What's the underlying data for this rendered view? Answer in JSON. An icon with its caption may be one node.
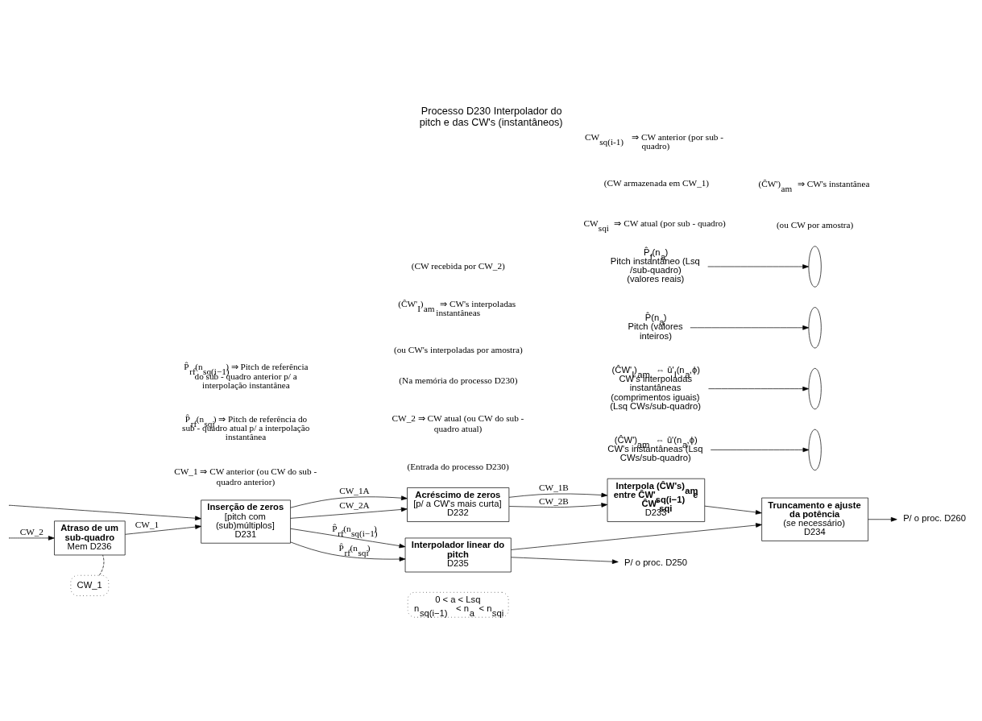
{
  "diagram": {
    "title": "Processo D230 Interpolador do pitch e das CW's (instantâneos)",
    "nodes": [
      {
        "text": [
          "Atraso de um sub-quadro",
          "Mem D236"
        ]
      },
      {
        "text": [
          "Inserção de zeros",
          "[pitch com (sub)múltiplos]",
          "D231"
        ]
      },
      {
        "text": [
          "Acréscimo de zeros",
          "[p/ a CW's mais curta]",
          "D232"
        ]
      },
      {
        "text": [
          "Interpola (ĈW's)$_{am}$ entre ĈW'$_{sq(i−1)}$ e ĈW'$_{sqi}$",
          "D233"
        ]
      },
      {
        "text": [
          "Interpolador linear do pitch",
          "D235"
        ]
      },
      {
        "text": [
          "Truncamento e ajuste da potência",
          "(se necessário)",
          "D234"
        ]
      },
      {
        "text": [
          "CW_1"
        ]
      },
      {
        "text": [
          "P/ o proc. D250"
        ]
      },
      {
        "text": [
          "P/ o proc. D260"
        ]
      },
      {
        "text": [],
        "shape": "ellipse"
      },
      {
        "text": [],
        "shape": "ellipse"
      },
      {
        "text": [],
        "shape": "ellipse"
      },
      {
        "text": [],
        "shape": "ellipse"
      },
      {
        "text": [
          "P̂$_{f}$(n$_{a}$)",
          "Pitch instantâneo (Lsq /sub-quadro)",
          "(valores reais)"
        ]
      },
      {
        "text": [
          "P̂(n$_{a}$)",
          "Pitch (valores inteiros)"
        ]
      },
      {
        "text": [
          "(ĈW'$_{I}$)$_{am}$ ⇔ û'$_{I}$(n$_{a}$,ϕ)",
          "CW's interpoladas instantâneas (comprimentos iguais) (Lsq CWs/sub-quadro)"
        ]
      },
      {
        "text": [
          "(ĈW')$_{am}$ ⇔ û'(n$_{a}$,ϕ)",
          "CW's instantâneas (Lsq CWs/sub-quadro)"
        ]
      },
      {
        "text": [
          "0 < a < Lsq",
          "n$_{sq(i−1)}$ < n$_{a}$ < n$_{sqi}$"
        ]
      }
    ],
    "edges": [
      {
        "from": null,
        "to": 0,
        "arrow": "to",
        "label": "CW_2"
      },
      {
        "from": null,
        "to": 1,
        "arrow": "to"
      },
      {
        "from": 0,
        "to": 1,
        "arrow": "to",
        "label": "CW_1"
      },
      {
        "from": 1,
        "to": 2,
        "arrow": "to",
        "label": "CW_1A"
      },
      {
        "from": 1,
        "to": 2,
        "arrow": "to",
        "label": "CW_2A"
      },
      {
        "from": 1,
        "to": 4,
        "arrow": "to",
        "label": "P̂$_{rf}$(n$_{sq(i−1)}$)"
      },
      {
        "from": 1,
        "to": 4,
        "arrow": "to",
        "label": "P̂$_{rf}$(n$_{sqi}$)"
      },
      {
        "from": 2,
        "to": 3,
        "arrow": "to",
        "label": "CW_1B"
      },
      {
        "from": 2,
        "to": 3,
        "arrow": "to",
        "label": "CW_2B"
      },
      {
        "from": 3,
        "to": 5,
        "arrow": "to"
      },
      {
        "from": 4,
        "to": 7,
        "arrow": "to"
      },
      {
        "from": 4,
        "to": 5,
        "arrow": "to"
      },
      {
        "from": 5,
        "to": 8,
        "arrow": "to"
      },
      {
        "from": 6,
        "to": 0,
        "arrow": "none",
        "style": "dashed"
      },
      {
        "from": 13,
        "to": 9,
        "arrow": "to"
      },
      {
        "from": 14,
        "to": 10,
        "arrow": "to"
      },
      {
        "from": 15,
        "to": 11,
        "arrow": "to"
      },
      {
        "from": 16,
        "to": 12,
        "arrow": "to"
      }
    ],
    "labels": [
      "P̂$_{rf}$(n$_{sq(i−1)}$) ⇒ Pitch de referência do sub - quadro anterior p/ a interpolação instantânea",
      "P̂$_{rf}$(n$_{sqi}$) ⇒ Pitch de referência do sub - quadro atual p/ a interpolação instantânea",
      "CW_1 ⇒ CW anterior (ou CW do sub - quadro anterior)",
      "(Na memória do processo D230)",
      "CW_2 ⇒ CW atual (ou CW do sub - quadro atual)",
      "(Entrada do processo D230)",
      "CW$_{sq(i-1)}$ ⇒ CW anterior (por sub - quadro)",
      "(CW armazenada em CW_1)",
      "CW$_{sqi}$ ⇒ CW atual (por sub - quadro)",
      "(CW recebida por CW_2)",
      "(ĈW'$_{I}$)$_{am}$ ⇒ CW's interpoladas instantâneas",
      "(ou CW's interpoladas por amostra)",
      "(ĈW')$_{am}$ ⇒ CW's instantânea",
      "(ou CW por amostra)"
    ]
  }
}
